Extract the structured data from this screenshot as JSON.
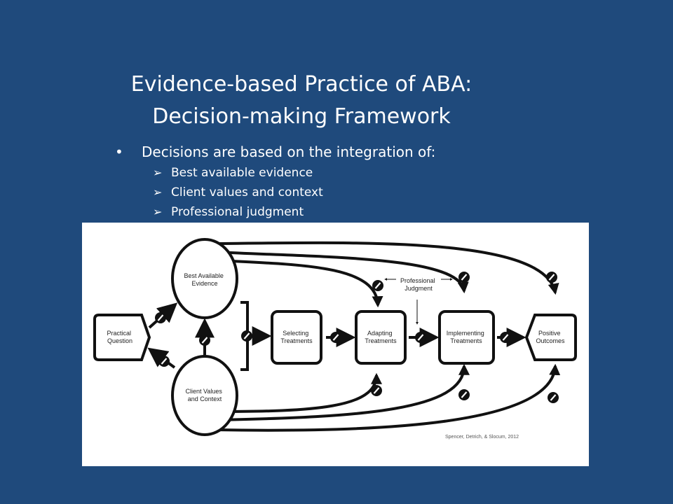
{
  "slide": {
    "title_line1": "Evidence-based Practice of ABA:",
    "title_line2": "Decision-making Framework",
    "bullet": "Decisions are based on the integration of:",
    "bullet_symbol": "•",
    "sub_symbol": "➢",
    "sub_items": [
      "Best available evidence",
      "Client values and context",
      "Professional judgment"
    ]
  },
  "diagram": {
    "practical_question": [
      "Practical",
      "Question"
    ],
    "best_evidence": [
      "Best Available",
      "Evidence"
    ],
    "client_values": [
      "Client Values",
      "and Context"
    ],
    "selecting": [
      "Selecting",
      "Treatments"
    ],
    "adapting": [
      "Adapting",
      "Treatments"
    ],
    "implementing": [
      "Implementing",
      "Treatments"
    ],
    "positive": [
      "Positive",
      "Outcomes"
    ],
    "professional_judgment": [
      "Professional",
      "Judgment"
    ],
    "citation": "Spencer, Detrich, & Slocum, 2012"
  },
  "colors": {
    "background": "#1f4a7c",
    "text": "#ffffff",
    "panel": "#ffffff",
    "stroke": "#111111"
  }
}
